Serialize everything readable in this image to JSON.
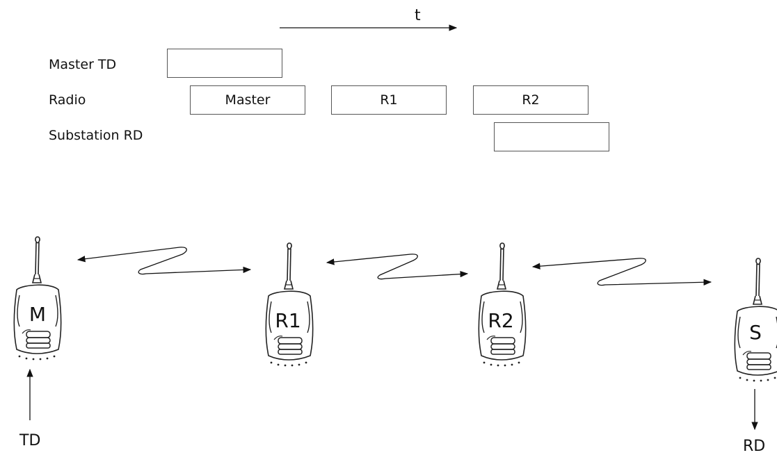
{
  "timeline": {
    "time_label": "t",
    "rows": [
      {
        "label": "Master TD"
      },
      {
        "label": "Radio"
      },
      {
        "label": "Substation RD"
      }
    ],
    "radio_slots": [
      "Master",
      "R1",
      "R2"
    ]
  },
  "radios": [
    {
      "label": "M"
    },
    {
      "label": "R1"
    },
    {
      "label": "R2"
    },
    {
      "label": "S"
    }
  ],
  "endpoints": {
    "input_label": "TD",
    "output_label": "RD"
  }
}
